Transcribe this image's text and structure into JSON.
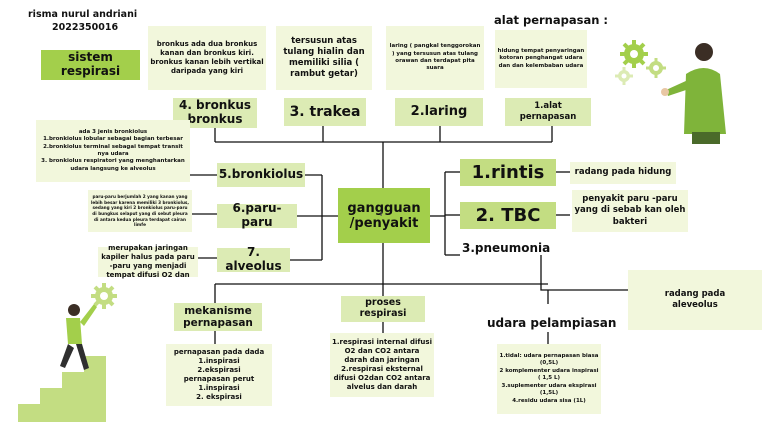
{
  "author": {
    "name": "risma nurul andriani",
    "id": "2022350016"
  },
  "title_label": "sistem\nrespirasi",
  "center_label": "gangguan\n/penyakit",
  "top_boxes": [
    {
      "desc": "bronkus ada dua bronkus kanan dan bronkus kiri. bronkus kanan lebih vertikal daripada yang kiri",
      "label": "4. bronkus\nbronkus"
    },
    {
      "desc": "tersusun atas tulang hialin dan memiliki silia ( rambut getar)",
      "label": "3. trakea"
    },
    {
      "desc": "laring ( pangkal tenggorokan ) yang tersusun atas tulang orawan dan terdapat pita suara",
      "label": "2.laring"
    },
    {
      "heading": "alat pernapasan :",
      "desc": "hidung tempat penyaringan kotoran penghangat udara dan dan kelembaban udara",
      "label": "1.alat\npernapasan"
    }
  ],
  "left_items": [
    {
      "desc": "ada 3 jenis  bronkiolus\n1.bronkiolus lobular sebagai bagian terbesar\n2.bronkiolus terminal sebagai tempat transit nya udara\n3. bronkiolus respiratori yang menghantarkan udara langsung ke alveolus",
      "label": "5.bronkiolus"
    },
    {
      "desc": "paru-paru berjumlah 2 yang kanan yang lebih besar karena memiliki 3 bronkiolus, sedang yang kiri 2 bronkiolus paru-paru di bungkus selaput yang di sebut pleura di antara kedua pleura terdapat cairan limfe",
      "label": "6.paru- paru"
    },
    {
      "desc": "merupakan jaringan kapiler halus pada paru -paru yang menjadi tempat difusi O2 dan",
      "label": "7. alveolus"
    }
  ],
  "diseases": [
    {
      "label": "1.rintis",
      "desc": "radang pada hidung"
    },
    {
      "label": "2. TBC",
      "desc": "penyakit paru -paru yang di sebab kan oleh bakteri"
    },
    {
      "label": "3.pneumonia",
      "desc": "radang pada\naleveolus"
    }
  ],
  "bottom": [
    {
      "label": "mekanisme\npernapasan",
      "desc": "pernapasan pada dada\n1.inspirasi\n2.ekspirasi\npernapasan perut\n1.inspirasi\n2. ekspirasi"
    },
    {
      "label": "proses\nrespirasi",
      "desc": "1.respirasi internal difusi O2 dan CO2 antara darah dan jaringan\n2.respirasi eksternal difusi O2dan CO2 antara alvelus dan darah"
    },
    {
      "label": "udara pelampiasan",
      "desc": "1.tidal: udara pernapasan biasa (0,5L)\n2 komplementer udara inspirasi ( 1,5 L)\n3.suplementer udara ekspirasi (1,5L)\n4.residu udara sisa (1L)"
    }
  ],
  "colors": {
    "pale": "#f2f7dc",
    "light": "#dcebb4",
    "green": "#c3dd82",
    "lime": "#a3cf4b",
    "line": "#111111"
  }
}
